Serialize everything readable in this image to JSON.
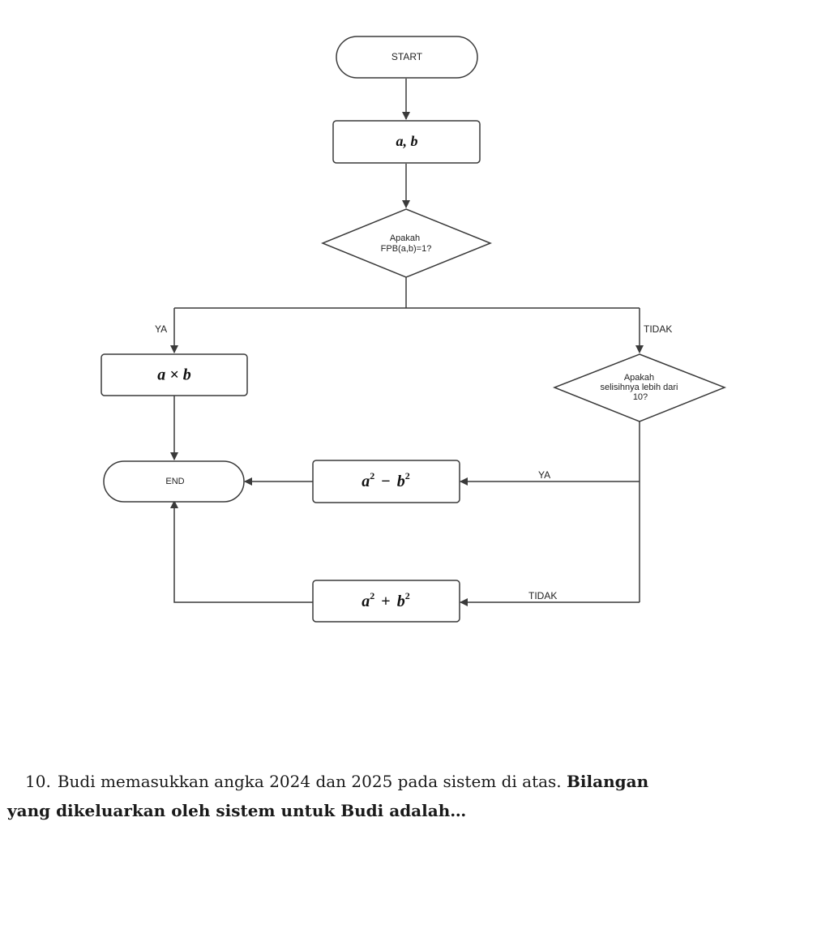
{
  "flowchart": {
    "start_label": "START",
    "input_label": "a, b",
    "decision1": [
      "Apakah",
      "FPB(a,b)=1?"
    ],
    "branch1_yes": "YA",
    "branch1_no": "TIDAK",
    "product_label": "a × b",
    "decision2": [
      "Apakah",
      "selisihnya lebih dari",
      "10?"
    ],
    "end_label": "END",
    "diff_squares": {
      "base_a": "a",
      "base_b": "b",
      "exp": "2",
      "op": "−"
    },
    "branch2_yes": "YA",
    "sum_squares": {
      "base_a": "a",
      "base_b": "b",
      "exp": "2",
      "op": "+"
    },
    "branch2_no": "TIDAK"
  },
  "question": {
    "number": "10.",
    "text": "Budi memasukkan angka 2024 dan 2025 pada sistem di atas.",
    "bold_1": "Bilangan",
    "bold_2": "yang dikeluarkan oleh sistem untuk Budi adalah…"
  }
}
